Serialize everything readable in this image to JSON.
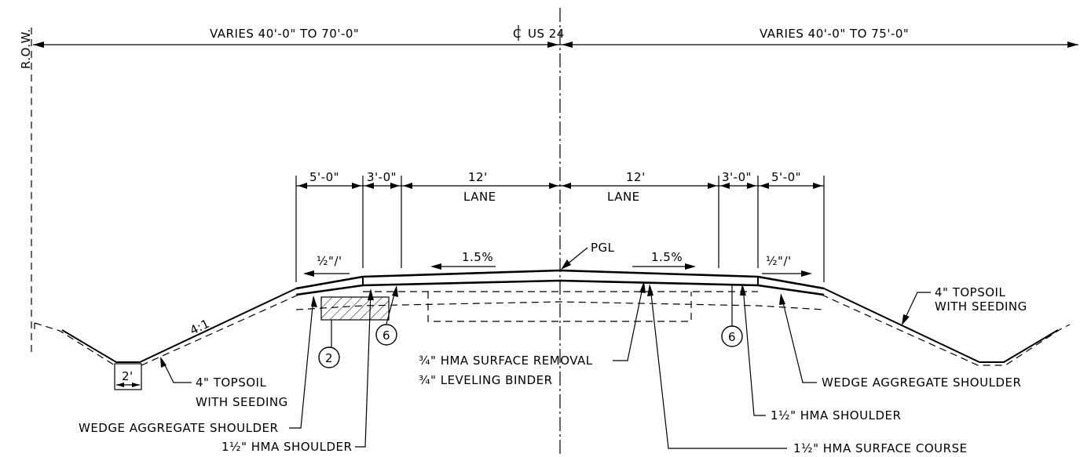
{
  "overall": {
    "left_width": "VARIES 40'-0\" TO 70'-0\"",
    "right_width": "VARIES 40'-0\" TO 75'-0\"",
    "row": "R.O.W.",
    "centerline": "US 24"
  },
  "dims": {
    "l_shoulder_outer": "5'-0\"",
    "l_shoulder_inner": "3'-0\"",
    "l_lane_width": "12'",
    "l_lane_label": "LANE",
    "r_lane_width": "12'",
    "r_lane_label": "LANE",
    "r_shoulder_inner": "3'-0\"",
    "r_shoulder_outer": "5'-0\""
  },
  "slopes": {
    "left_shoulder": "½\"/'",
    "left_lane": "1.5%",
    "right_lane": "1.5%",
    "right_shoulder": "½\"/'",
    "side_slope": "4:1",
    "ditch_width": "2'"
  },
  "labels": {
    "pgl": "PGL",
    "topsoil_left_1": "4\" TOPSOIL",
    "topsoil_left_2": "WITH SEEDING",
    "topsoil_right_1": "4\" TOPSOIL",
    "topsoil_right_2": "WITH SEEDING",
    "wedge_left": "WEDGE AGGREGATE SHOULDER",
    "wedge_right": "WEDGE AGGREGATE SHOULDER",
    "hma_shoulder_left": "1½\" HMA SHOULDER",
    "hma_shoulder_right": "1½\" HMA SHOULDER",
    "surface_removal": "¾\" HMA SURFACE REMOVAL",
    "leveling_binder": "¾\" LEVELING BINDER",
    "surface_course": "1½\" HMA SURFACE COURSE"
  },
  "callouts": {
    "c2": "2",
    "c6_left": "6",
    "c6_right": "6"
  }
}
